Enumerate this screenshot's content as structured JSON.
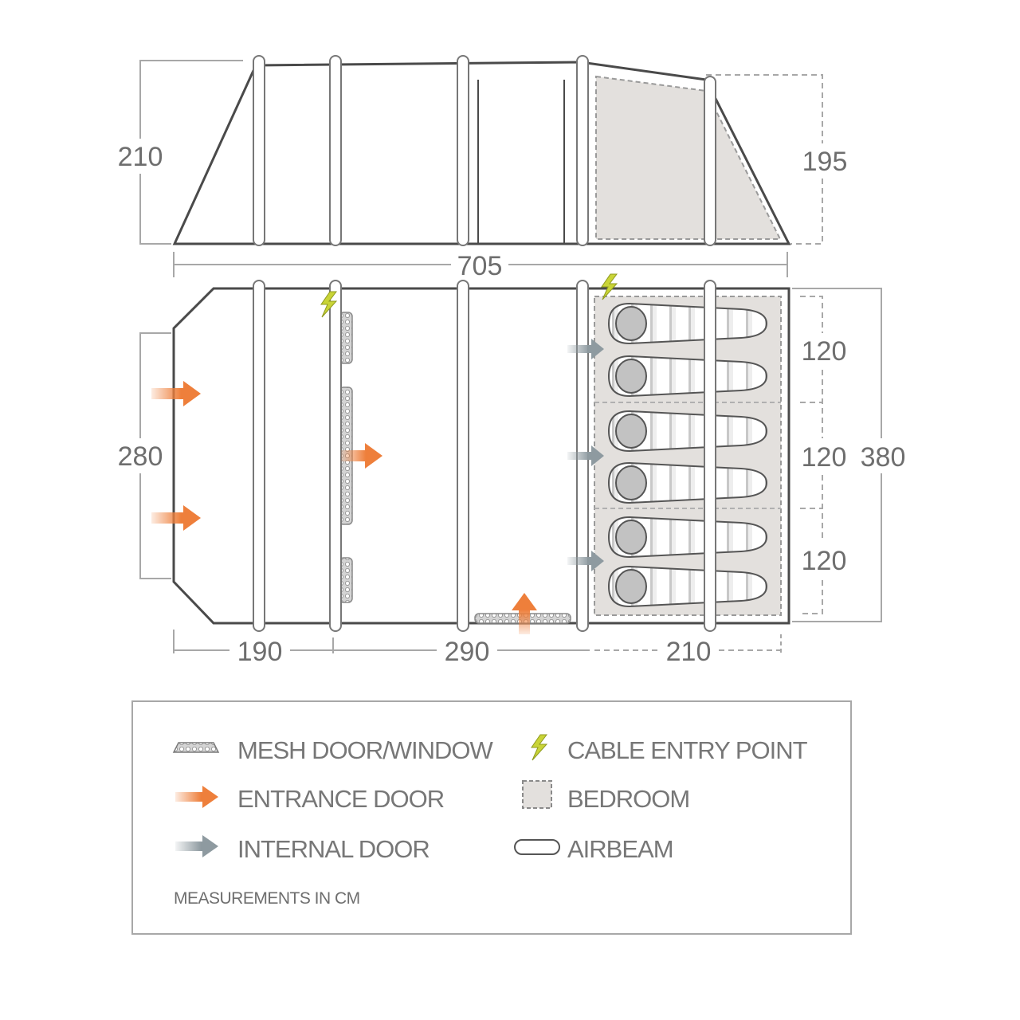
{
  "side_view": {
    "height_left": "210",
    "height_right": "195",
    "total_length": "705"
  },
  "floor_plan": {
    "width_left": "280",
    "total_width": "380",
    "bedroom_widths": [
      "120",
      "120",
      "120"
    ],
    "section_lengths": [
      "190",
      "290",
      "210"
    ],
    "bedroom_count": 3,
    "sleeping_bags_per_bedroom": 2
  },
  "legend": {
    "items": [
      {
        "symbol": "mesh-icon",
        "label": "MESH DOOR/WINDOW"
      },
      {
        "symbol": "cable-entry-icon",
        "label": "CABLE ENTRY POINT"
      },
      {
        "symbol": "entrance-arrow-icon",
        "label": "ENTRANCE DOOR"
      },
      {
        "symbol": "bedroom-swatch-icon",
        "label": "BEDROOM"
      },
      {
        "symbol": "internal-arrow-icon",
        "label": "INTERNAL DOOR"
      },
      {
        "symbol": "airbeam-icon",
        "label": "AIRBEAM"
      }
    ],
    "note": "MEASUREMENTS IN CM"
  },
  "colors": {
    "outline": "#4a4a4a",
    "entrance": "#ee7f3b",
    "internal": "#8e9aa0",
    "bedroom": "#e3e0dd",
    "cable": "#c9d437",
    "mesh": "#b5b5b5",
    "dimension": "#a8a8a8"
  }
}
